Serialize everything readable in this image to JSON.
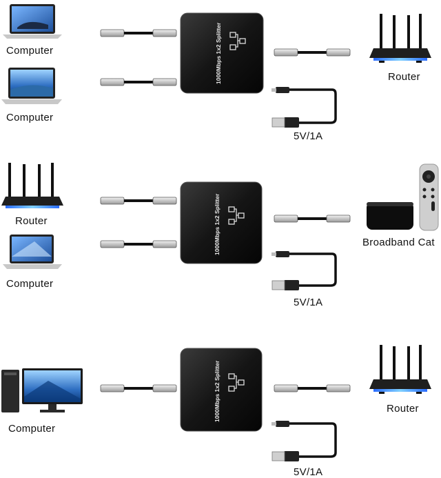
{
  "splitter_label": "1000Mbps 1x2 Splitter",
  "diagrams": [
    {
      "left_top": "Computer",
      "left_bottom": "Computer",
      "right_device": "Router",
      "power": "5V/1A"
    },
    {
      "left_top": "Router",
      "left_bottom": "Computer",
      "right_device": "Broadband Cat",
      "power": "5V/1A"
    },
    {
      "left_single": "Computer",
      "right_device": "Router",
      "power": "5V/1A"
    }
  ]
}
